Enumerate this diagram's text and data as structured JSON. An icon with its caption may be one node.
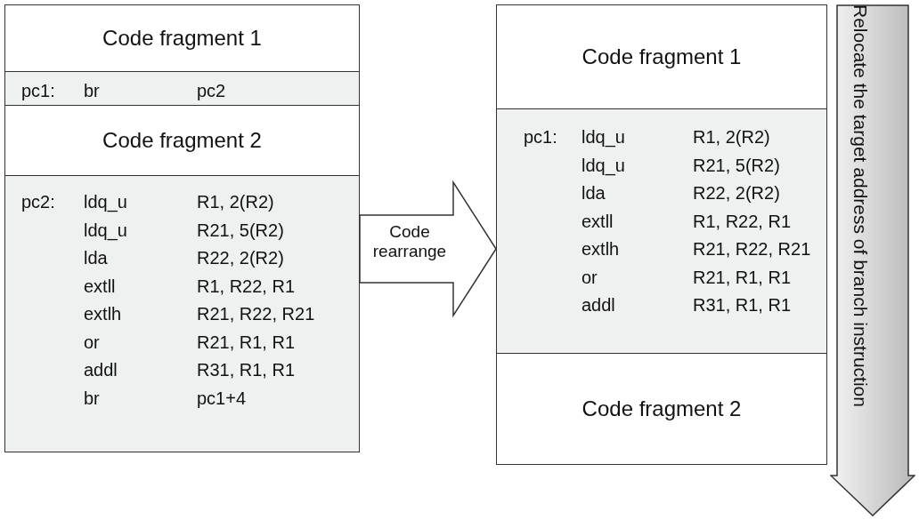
{
  "diagram": {
    "nodes": [
      {
        "text": [
          "Code fragment 1"
        ]
      },
      {
        "text": [
          "pc1:",
          "br",
          "pc2"
        ]
      },
      {
        "text": [
          "Code fragment 2"
        ]
      },
      {
        "text": [
          "pc2:",
          "ldq_u",
          "R1, 2(R2)",
          "ldq_u",
          "R21, 5(R2)",
          "lda",
          "R22, 2(R2)",
          "extll",
          "R1, R22, R1",
          "extlh",
          "R21, R22, R21",
          "or",
          "R21, R1, R1",
          "addl",
          "R31, R1, R1",
          "br",
          "pc1+4"
        ]
      },
      {
        "text": [
          "Code fragment 1"
        ]
      },
      {
        "text": [
          "pc1:",
          "ldq_u",
          "R1, 2(R2)",
          "ldq_u",
          "R21, 5(R2)",
          "lda",
          "R22, 2(R2)",
          "extll",
          "R1, R22, R1",
          "extlh",
          "R21, R22, R21",
          "or",
          "R21, R1, R1",
          "addl",
          "R31, R1, R1"
        ]
      },
      {
        "text": [
          "Code fragment 2"
        ]
      },
      {
        "text": [
          "Relocate the target address of branch instruction"
        ]
      }
    ],
    "edges": [
      {
        "from": 3,
        "to": 5,
        "arrow": "to",
        "label": "Code rearrange"
      }
    ]
  }
}
